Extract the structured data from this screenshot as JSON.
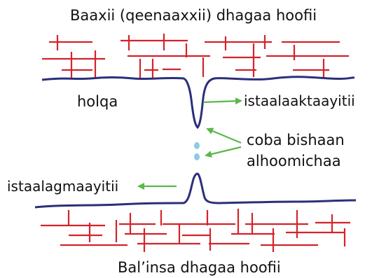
{
  "labels": {
    "top_title": "Baaxii (qeenaaxxii) dhagaa hoofii",
    "bottom_title": "Bal’insa dhagaa hoofii",
    "surface": "holqa",
    "stalactite": "istaalaaktaayitii",
    "stalagmite": "istaalagmaayitii",
    "water_drops_line1": "coba bishaan",
    "water_drops_line2": "alhoomichaa"
  },
  "colors": {
    "rock": "#d4232a",
    "surface_line": "#2b2f7a",
    "arrow": "#5cb848",
    "drop": "#8ecae6",
    "text": "#111111"
  }
}
